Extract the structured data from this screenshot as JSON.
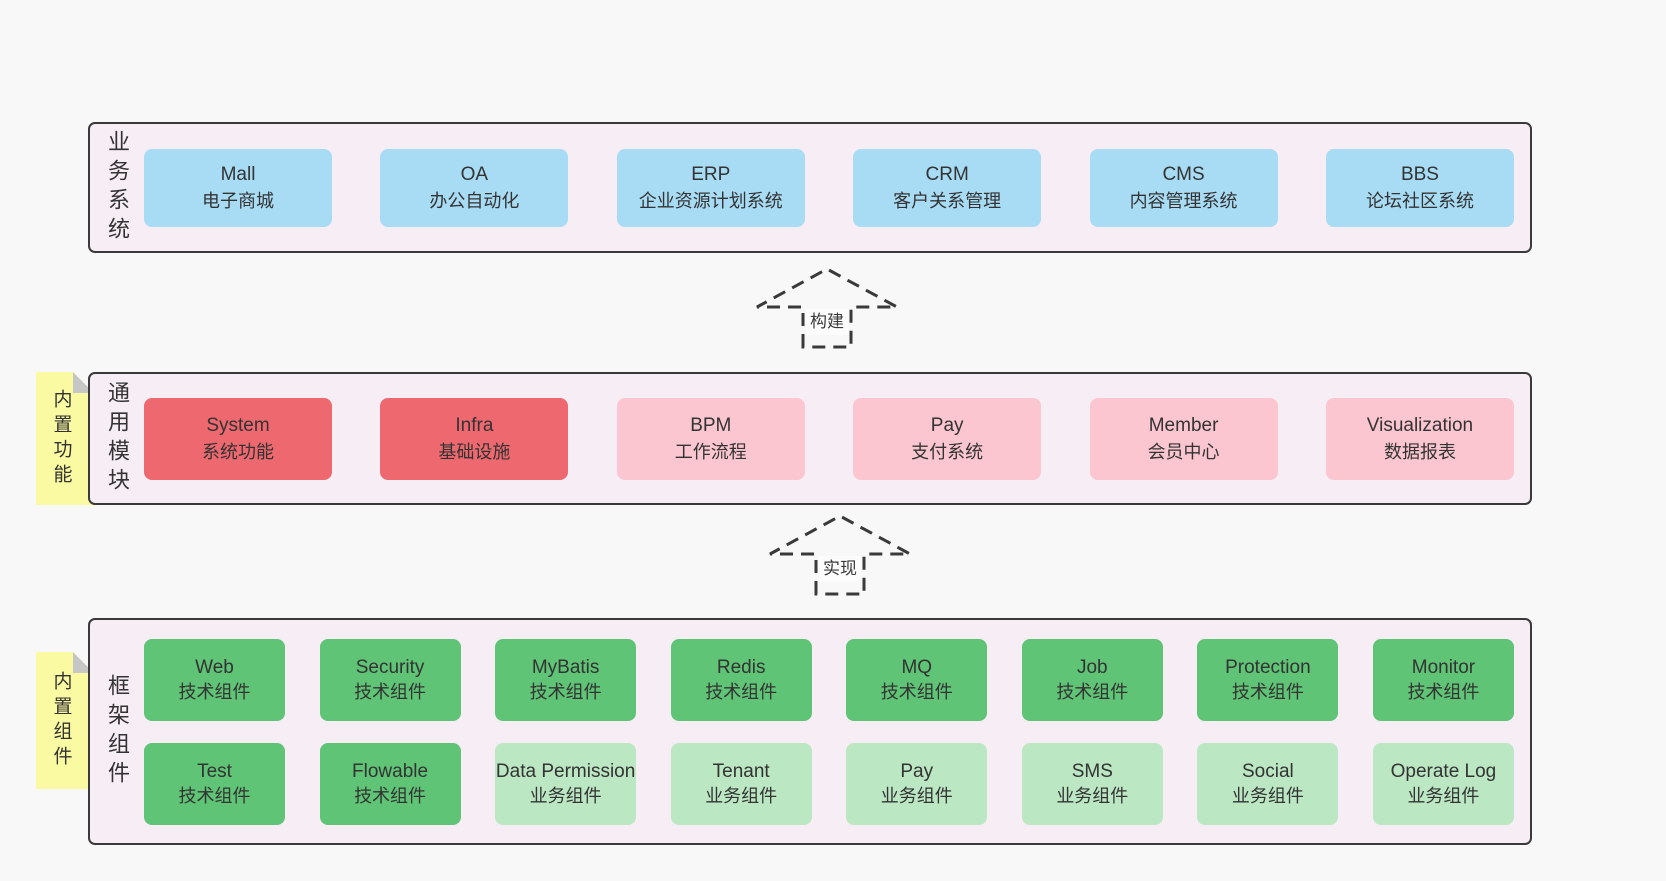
{
  "colors": {
    "page_bg": "#f8f8f8",
    "panel_bg": "#f7edf5",
    "panel_border": "#3a3a3a",
    "blue_box": "#a8dcf5",
    "red_box": "#ee686f",
    "pink_box": "#fbc6d0",
    "green_box": "#5fc475",
    "light_green_box": "#bbe7c3",
    "tag_yellow": "#fafaa2",
    "text": "#333333"
  },
  "business_panel": {
    "label": "业务系统",
    "boxes": [
      {
        "en": "Mall",
        "zh": "电子商城"
      },
      {
        "en": "OA",
        "zh": "办公自动化"
      },
      {
        "en": "ERP",
        "zh": "企业资源计划系统"
      },
      {
        "en": "CRM",
        "zh": "客户关系管理"
      },
      {
        "en": "CMS",
        "zh": "内容管理系统"
      },
      {
        "en": "BBS",
        "zh": "论坛社区系统"
      }
    ]
  },
  "arrow_build": {
    "label": "构建"
  },
  "module_panel": {
    "label": "通用模块",
    "tag": "内置功能",
    "boxes": [
      {
        "en": "System",
        "zh": "系统功能"
      },
      {
        "en": "Infra",
        "zh": "基础设施"
      },
      {
        "en": "BPM",
        "zh": "工作流程"
      },
      {
        "en": "Pay",
        "zh": "支付系统"
      },
      {
        "en": "Member",
        "zh": "会员中心"
      },
      {
        "en": "Visualization",
        "zh": "数据报表"
      }
    ]
  },
  "arrow_implement": {
    "label": "实现"
  },
  "component_panel": {
    "label": "框架组件",
    "tag": "内置组件",
    "row1": [
      {
        "en": "Web",
        "zh": "技术组件"
      },
      {
        "en": "Security",
        "zh": "技术组件"
      },
      {
        "en": "MyBatis",
        "zh": "技术组件"
      },
      {
        "en": "Redis",
        "zh": "技术组件"
      },
      {
        "en": "MQ",
        "zh": "技术组件"
      },
      {
        "en": "Job",
        "zh": "技术组件"
      },
      {
        "en": "Protection",
        "zh": "技术组件"
      },
      {
        "en": "Monitor",
        "zh": "技术组件"
      }
    ],
    "row2": [
      {
        "en": "Test",
        "zh": "技术组件"
      },
      {
        "en": "Flowable",
        "zh": "技术组件"
      },
      {
        "en": "Data Permission",
        "zh": "业务组件"
      },
      {
        "en": "Tenant",
        "zh": "业务组件"
      },
      {
        "en": "Pay",
        "zh": "业务组件"
      },
      {
        "en": "SMS",
        "zh": "业务组件"
      },
      {
        "en": "Social",
        "zh": "业务组件"
      },
      {
        "en": "Operate Log",
        "zh": "业务组件"
      }
    ]
  }
}
